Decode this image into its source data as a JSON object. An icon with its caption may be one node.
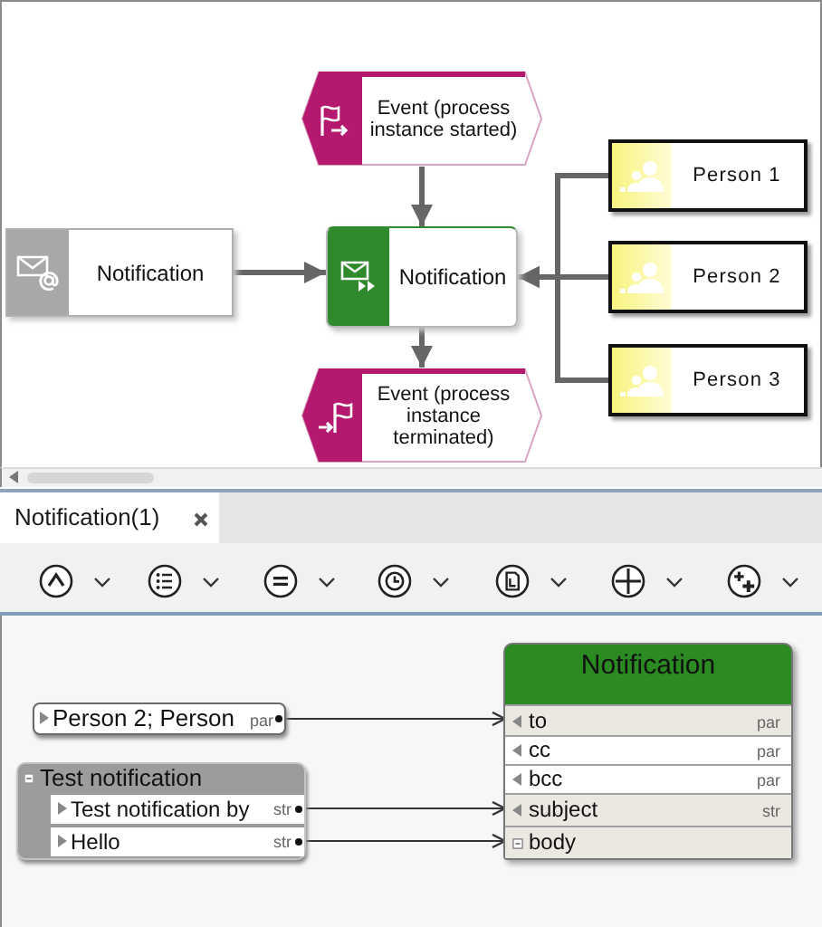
{
  "diagram": {
    "nodes": [
      {
        "text": [
          "Event (process instance started)"
        ]
      },
      {
        "text": [
          "Notification"
        ]
      },
      {
        "text": [
          "Notification"
        ]
      },
      {
        "text": [
          "Person 1"
        ]
      },
      {
        "text": [
          "Person 2"
        ]
      },
      {
        "text": [
          "Person 3"
        ]
      },
      {
        "text": [
          "Event (process instance terminated)"
        ]
      },
      {
        "text": [
          "Person 2; Person",
          "par"
        ]
      },
      {
        "text": [
          "Test notification"
        ]
      },
      {
        "text": [
          "Test notification by",
          "str"
        ],
        "in": 8
      },
      {
        "text": [
          "Hello",
          "str"
        ],
        "in": 8
      },
      {
        "text": [
          "Notification"
        ]
      },
      {
        "text": [
          "to",
          "par"
        ],
        "in": 11
      },
      {
        "text": [
          "cc",
          "par"
        ],
        "in": 11
      },
      {
        "text": [
          "bcc",
          "par"
        ],
        "in": 11
      },
      {
        "text": [
          "subject",
          "str"
        ],
        "in": 11
      },
      {
        "text": [
          "body"
        ],
        "in": 11
      }
    ],
    "edges": [
      {
        "from": 0,
        "to": 2,
        "arrow": "to"
      },
      {
        "from": 1,
        "to": 2,
        "arrow": "to"
      },
      {
        "from": 3,
        "to": 2,
        "arrow": "to"
      },
      {
        "from": 4,
        "to": 2,
        "arrow": "to"
      },
      {
        "from": 5,
        "to": 2,
        "arrow": "to"
      },
      {
        "from": 2,
        "to": 6,
        "arrow": "to"
      },
      {
        "from": 7,
        "to": 12,
        "arrow": "to",
        "color": "#333333"
      },
      {
        "from": 9,
        "to": 15,
        "arrow": "to",
        "color": "#333333"
      },
      {
        "from": 10,
        "to": 16,
        "arrow": "to",
        "color": "#333333"
      }
    ],
    "labels": [
      "Notification(1)"
    ]
  }
}
